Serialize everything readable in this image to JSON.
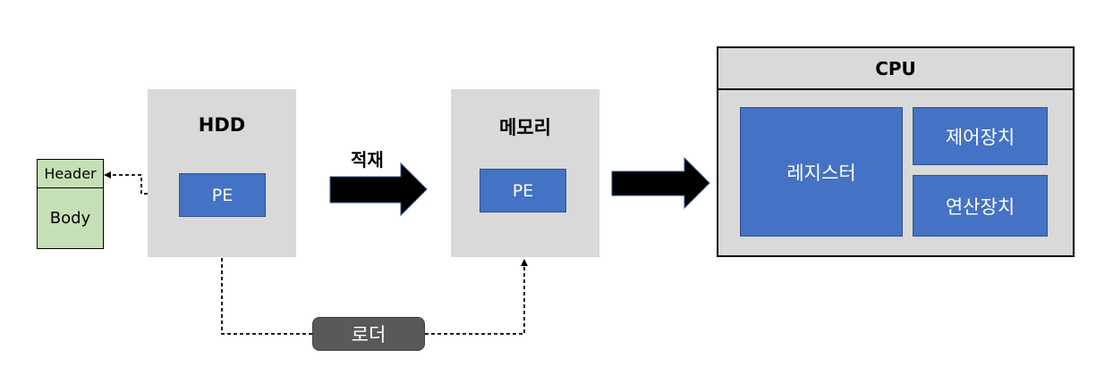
{
  "file": {
    "header_label": "Header",
    "body_label": "Body"
  },
  "hdd": {
    "title": "HDD",
    "pe_label": "PE"
  },
  "load_arrow_label": "적재",
  "memory": {
    "title": "메모리",
    "pe_label": "PE"
  },
  "loader_label": "로더",
  "cpu": {
    "title": "CPU",
    "register_label": "레지스터",
    "control_unit_label": "제어장치",
    "alu_label": "연산장치"
  },
  "colors": {
    "panel": "#d9d9d9",
    "block": "#4472c4",
    "block_border": "#2f528f",
    "file_fill": "#c5e0b4",
    "loader_fill": "#595959",
    "arrow": "#000000"
  }
}
